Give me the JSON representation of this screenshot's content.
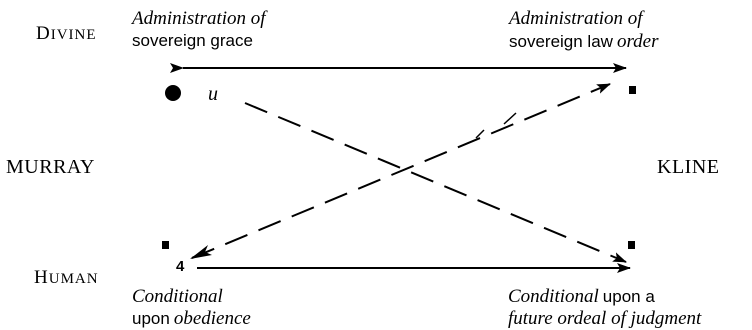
{
  "rows": {
    "divine_first": "D",
    "divine_rest": "IVINE",
    "human_first": "H",
    "human_rest": "UMAN"
  },
  "names": {
    "left": "MURRAY",
    "right": "KLINE"
  },
  "top_left": {
    "line1": "Administration of",
    "line2": "sovereign grace"
  },
  "top_right": {
    "line1": "Administration of",
    "line2_plain": "sovereign law",
    "line2_italic": "order"
  },
  "bottom_left": {
    "line1": "Conditional",
    "line2_plain": "upon",
    "line2_italic": "obedience"
  },
  "bottom_right": {
    "line1_italic": "Conditional",
    "line1_plain": "upon a",
    "line2": "future ordeal of judgment"
  },
  "marks": {
    "u": "u",
    "four": "4"
  }
}
